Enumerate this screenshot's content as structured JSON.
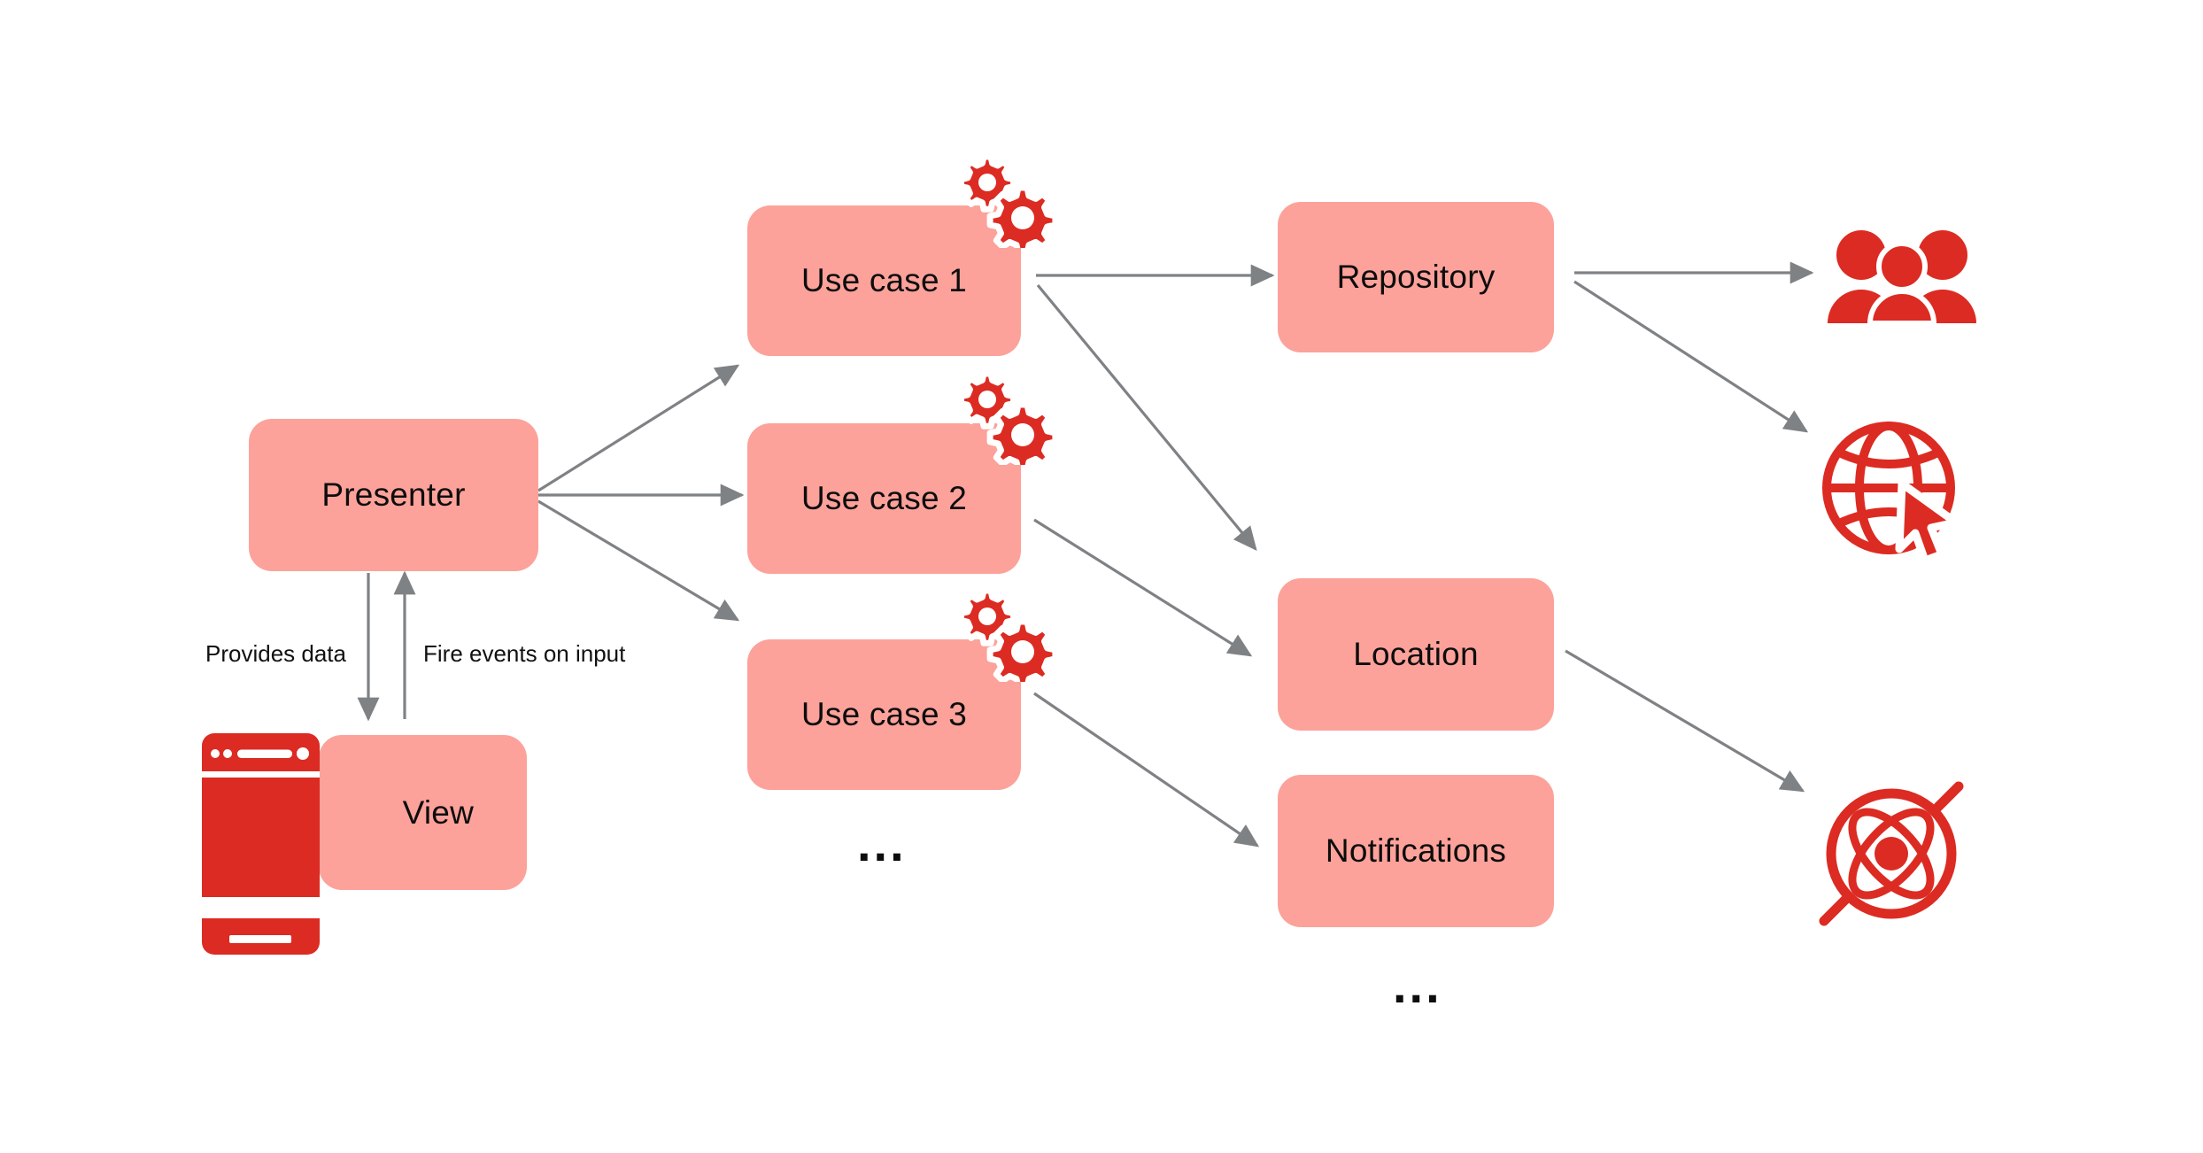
{
  "diagram": {
    "title": "Clean architecture presenter / use case / data source diagram",
    "background_color": "#ffffff",
    "node_fill_color": "#FCA29A",
    "icon_color": "#DC2B22",
    "arrow_color": "#7f8285",
    "text_color": "#0d0d0d"
  },
  "nodes": {
    "presenter": {
      "label": "Presenter"
    },
    "view": {
      "label": "View"
    },
    "use_case_1": {
      "label": "Use case 1"
    },
    "use_case_2": {
      "label": "Use case 2"
    },
    "use_case_3": {
      "label": "Use case 3"
    },
    "repository": {
      "label": "Repository"
    },
    "location": {
      "label": "Location"
    },
    "notifications": {
      "label": "Notifications"
    }
  },
  "edge_labels": {
    "provides_data": "Provides data",
    "fire_events": "Fire events on input"
  },
  "ellipses": {
    "use_cases_more": "...",
    "services_more": "..."
  },
  "icons": {
    "phone": "smartphone-icon",
    "gears": "gears-icon",
    "people": "people-group-icon",
    "globe_cursor": "globe-cursor-icon",
    "atom": "atom-icon"
  }
}
